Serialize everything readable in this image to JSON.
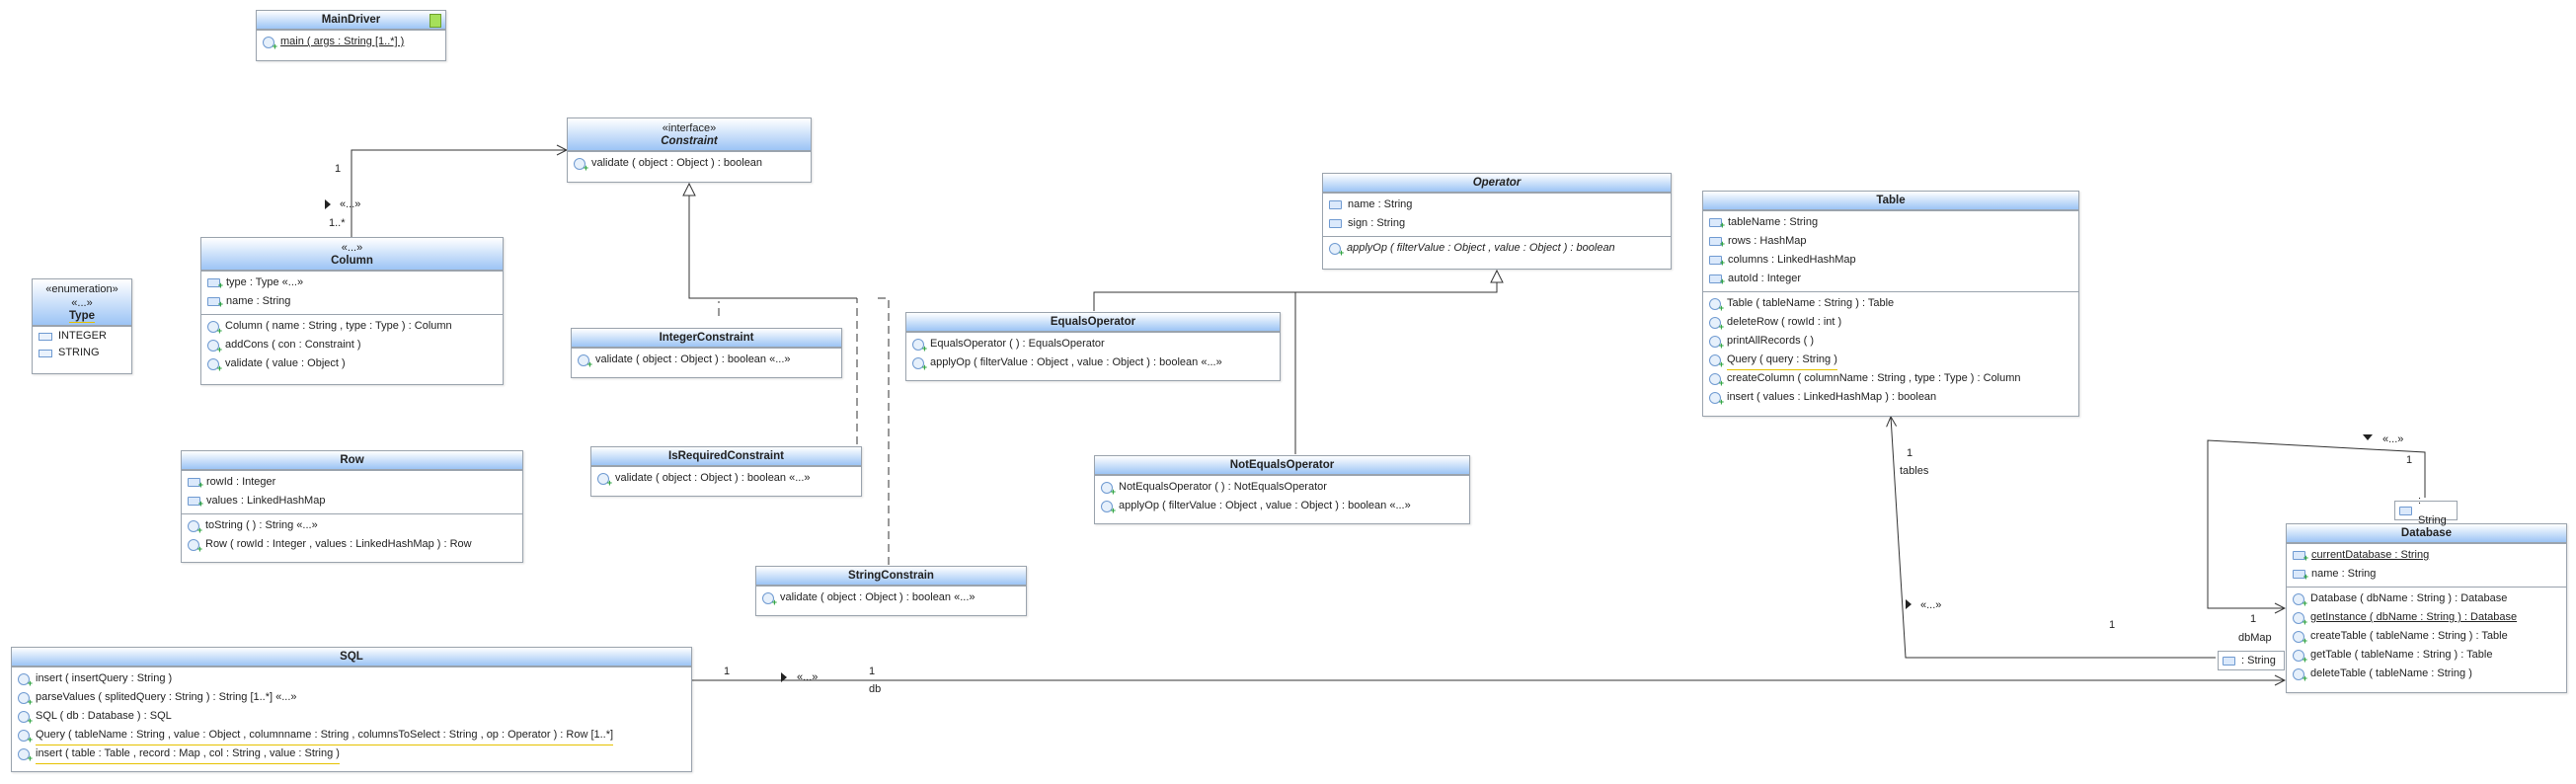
{
  "classes": {
    "maindriver": {
      "name": "MainDriver",
      "ops": [
        "main ( args : String [1..*] )"
      ]
    },
    "constraint": {
      "stereotype": "«interface»",
      "name": "Constraint",
      "ops": [
        "validate ( object : Object ) :  boolean"
      ]
    },
    "column": {
      "stereotype": "«...»",
      "name": "Column",
      "attrs": [
        "type : Type «...»",
        "name : String"
      ],
      "ops": [
        "Column ( name : String , type : Type ) :  Column",
        "addCons ( con : Constraint )",
        "validate ( value : Object )"
      ]
    },
    "type": {
      "stereotype": "«enumeration»",
      "stereotype2": "«...»",
      "name": "Type",
      "literals": [
        "INTEGER",
        "STRING"
      ]
    },
    "integer_constraint": {
      "name": "IntegerConstraint",
      "ops": [
        "validate ( object : Object ) :  boolean «...»"
      ]
    },
    "isrequired_constraint": {
      "name": "IsRequiredConstraint",
      "ops": [
        "validate ( object : Object ) :  boolean «...»"
      ]
    },
    "string_constrain": {
      "name": "StringConstrain",
      "ops": [
        "validate ( object : Object ) :  boolean «...»"
      ]
    },
    "row": {
      "name": "Row",
      "attrs": [
        "rowId : Integer",
        "values : LinkedHashMap"
      ],
      "ops": [
        "toString ( ) :  String «...»",
        "Row ( rowId : Integer , values : LinkedHashMap ) :  Row"
      ]
    },
    "operator": {
      "name": "Operator",
      "attrs": [
        "name : String",
        "sign : String"
      ],
      "ops": [
        "applyOp ( filterValue : Object , value : Object ) :  boolean"
      ]
    },
    "equals_operator": {
      "name": "EqualsOperator",
      "ops": [
        "EqualsOperator ( ) :  EqualsOperator",
        "applyOp ( filterValue : Object , value : Object ) :  boolean «...»"
      ]
    },
    "notequals_operator": {
      "name": "NotEqualsOperator",
      "ops": [
        "NotEqualsOperator ( ) :  NotEqualsOperator",
        "applyOp ( filterValue : Object , value : Object ) :  boolean «...»"
      ]
    },
    "table": {
      "name": "Table",
      "attrs": [
        "tableName : String",
        "rows : HashMap",
        "columns : LinkedHashMap",
        "autoId : Integer"
      ],
      "ops": [
        "Table ( tableName : String ) :  Table",
        "deleteRow ( rowId : int )",
        "printAllRecords ( )",
        "Query ( query : String )",
        "createColumn ( columnName : String , type : Type ) :  Column",
        "insert ( values : LinkedHashMap ) :  boolean"
      ]
    },
    "database": {
      "name": "Database",
      "attrs": [
        "currentDatabase : String",
        "name : String"
      ],
      "ops": [
        "Database ( dbName : String ) :  Database",
        "getInstance ( dbName : String ) :  Database",
        "createTable ( tableName : String ) :  Table",
        "getTable ( tableName : String ) :  Table",
        "deleteTable ( tableName : String )"
      ]
    },
    "sql": {
      "name": "SQL",
      "ops": [
        "insert ( insertQuery : String )",
        "parseValues ( splitedQuery : String ) :  String [1..*] «...»",
        "SQL ( db : Database ) :  SQL",
        "Query ( tableName : String , value : Object , columnname : String , columnsToSelect : String , op : Operator ) :  Row [1..*]",
        "insert ( table : Table , record : Map , col : String , value : String )"
      ]
    }
  },
  "labels": {
    "col_mult_1": "1",
    "col_mult_many": "1..*",
    "col_stereo": "«...»",
    "tables_mult": "1",
    "tables_role": "tables",
    "tables_stereo": "«...»",
    "db_self_stereo": "«...»",
    "db_self_mult": "1",
    "dbmap_mult": "1",
    "dbmap_role": "dbMap",
    "dbmap_left_mult": "1",
    "sql_mult_left": "1",
    "sql_mult_right": "1",
    "sql_stereo": "«...»",
    "sql_role": "db",
    "qualifier_top": ": String",
    "qualifier_bottom": ": String"
  }
}
